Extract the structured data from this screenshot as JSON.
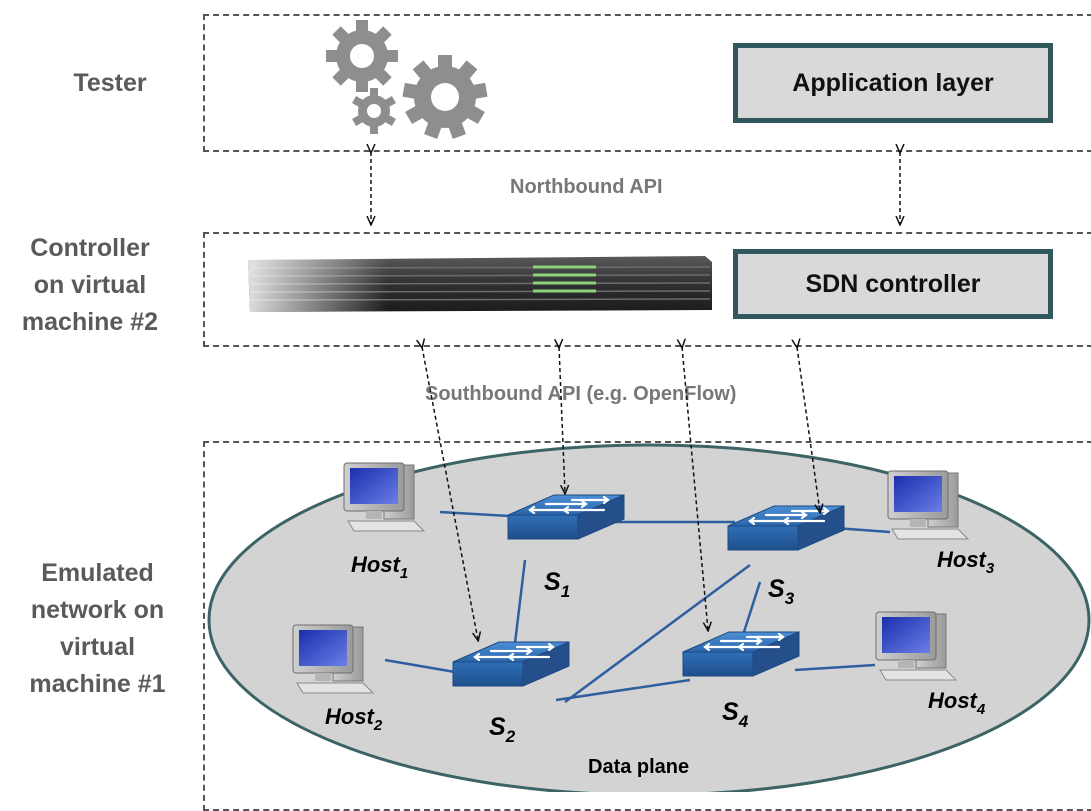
{
  "layers": {
    "tester": {
      "label": "Tester",
      "box_label": "Application layer"
    },
    "controller": {
      "label_lines": [
        "Controller",
        "on virtual",
        "machine #2"
      ],
      "box_label": "SDN controller"
    },
    "network": {
      "label_lines": [
        "Emulated",
        "network on",
        "virtual",
        "machine #1"
      ],
      "plane_label": "Data plane"
    }
  },
  "apis": {
    "northbound": "Northbound API",
    "southbound": "Southbound API (e.g. OpenFlow)"
  },
  "switches": [
    {
      "name": "S",
      "sub": "1"
    },
    {
      "name": "S",
      "sub": "2"
    },
    {
      "name": "S",
      "sub": "3"
    },
    {
      "name": "S",
      "sub": "4"
    }
  ],
  "hosts": [
    {
      "name": "Host",
      "sub": "1"
    },
    {
      "name": "Host",
      "sub": "2"
    },
    {
      "name": "Host",
      "sub": "3"
    },
    {
      "name": "Host",
      "sub": "4"
    }
  ],
  "colors": {
    "box_border": "#31585c",
    "box_fill": "#d9d9d9",
    "ellipse_fill": "#d3d3d3",
    "ellipse_border": "#3c6466",
    "link": "#2e5f9e",
    "switch": "#2f6fb7",
    "gear": "#8e8e8e",
    "led": "#8cd27a"
  }
}
